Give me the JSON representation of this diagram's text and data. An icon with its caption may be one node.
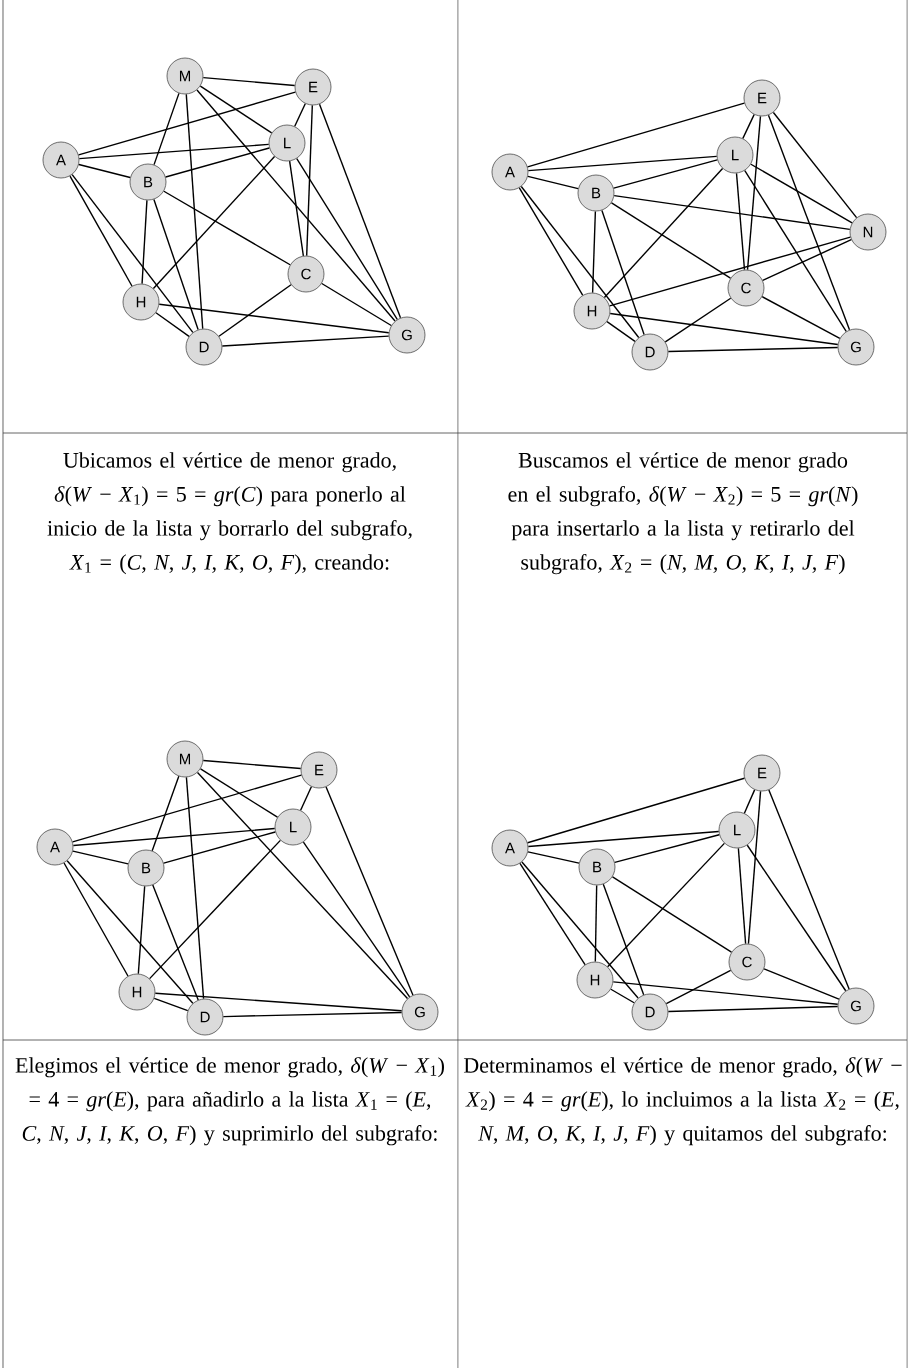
{
  "diagram": {
    "nodes": [
      {
        "text": [
          "M"
        ]
      },
      {
        "text": [
          "E"
        ]
      },
      {
        "text": [
          "A"
        ]
      },
      {
        "text": [
          "L"
        ]
      },
      {
        "text": [
          "B"
        ]
      },
      {
        "text": [
          "C"
        ]
      },
      {
        "text": [
          "H"
        ]
      },
      {
        "text": [
          "D"
        ]
      },
      {
        "text": [
          "G"
        ]
      },
      {
        "text": [
          "E"
        ]
      },
      {
        "text": [
          "L"
        ]
      },
      {
        "text": [
          "A"
        ]
      },
      {
        "text": [
          "B"
        ]
      },
      {
        "text": [
          "N"
        ]
      },
      {
        "text": [
          "C"
        ]
      },
      {
        "text": [
          "H"
        ]
      },
      {
        "text": [
          "D"
        ]
      },
      {
        "text": [
          "G"
        ]
      },
      {
        "text": [
          "M"
        ]
      },
      {
        "text": [
          "E"
        ]
      },
      {
        "text": [
          "A"
        ]
      },
      {
        "text": [
          "L"
        ]
      },
      {
        "text": [
          "B"
        ]
      },
      {
        "text": [
          "H"
        ]
      },
      {
        "text": [
          "D"
        ]
      },
      {
        "text": [
          "G"
        ]
      },
      {
        "text": [
          "E"
        ]
      },
      {
        "text": [
          "L"
        ]
      },
      {
        "text": [
          "A"
        ]
      },
      {
        "text": [
          "B"
        ]
      },
      {
        "text": [
          "C"
        ]
      },
      {
        "text": [
          "H"
        ]
      },
      {
        "text": [
          "D"
        ]
      },
      {
        "text": [
          "G"
        ]
      }
    ],
    "edges": [
      {
        "from": 0,
        "to": 1,
        "arrow": "none"
      },
      {
        "from": 0,
        "to": 4,
        "arrow": "none"
      },
      {
        "from": 0,
        "to": 7,
        "arrow": "none"
      },
      {
        "from": 0,
        "to": 3,
        "arrow": "none"
      },
      {
        "from": 0,
        "to": 8,
        "arrow": "none"
      },
      {
        "from": 2,
        "to": 1,
        "arrow": "none"
      },
      {
        "from": 2,
        "to": 3,
        "arrow": "none"
      },
      {
        "from": 2,
        "to": 4,
        "arrow": "none"
      },
      {
        "from": 2,
        "to": 6,
        "arrow": "none"
      },
      {
        "from": 2,
        "to": 7,
        "arrow": "none"
      },
      {
        "from": 4,
        "to": 3,
        "arrow": "none"
      },
      {
        "from": 4,
        "to": 6,
        "arrow": "none"
      },
      {
        "from": 4,
        "to": 7,
        "arrow": "none"
      },
      {
        "from": 4,
        "to": 5,
        "arrow": "none"
      },
      {
        "from": 3,
        "to": 1,
        "arrow": "none"
      },
      {
        "from": 3,
        "to": 6,
        "arrow": "none"
      },
      {
        "from": 3,
        "to": 5,
        "arrow": "none"
      },
      {
        "from": 3,
        "to": 8,
        "arrow": "none"
      },
      {
        "from": 1,
        "to": 5,
        "arrow": "none"
      },
      {
        "from": 1,
        "to": 8,
        "arrow": "none"
      },
      {
        "from": 5,
        "to": 7,
        "arrow": "none"
      },
      {
        "from": 5,
        "to": 8,
        "arrow": "none"
      },
      {
        "from": 6,
        "to": 7,
        "arrow": "none"
      },
      {
        "from": 6,
        "to": 8,
        "arrow": "none"
      },
      {
        "from": 7,
        "to": 8,
        "arrow": "none"
      },
      {
        "from": 11,
        "to": 9,
        "arrow": "none"
      },
      {
        "from": 11,
        "to": 10,
        "arrow": "none"
      },
      {
        "from": 11,
        "to": 12,
        "arrow": "none"
      },
      {
        "from": 11,
        "to": 15,
        "arrow": "none"
      },
      {
        "from": 11,
        "to": 16,
        "arrow": "none"
      },
      {
        "from": 12,
        "to": 10,
        "arrow": "none"
      },
      {
        "from": 12,
        "to": 13,
        "arrow": "none"
      },
      {
        "from": 12,
        "to": 14,
        "arrow": "none"
      },
      {
        "from": 12,
        "to": 15,
        "arrow": "none"
      },
      {
        "from": 12,
        "to": 16,
        "arrow": "none"
      },
      {
        "from": 10,
        "to": 9,
        "arrow": "none"
      },
      {
        "from": 10,
        "to": 15,
        "arrow": "none"
      },
      {
        "from": 10,
        "to": 14,
        "arrow": "none"
      },
      {
        "from": 10,
        "to": 13,
        "arrow": "none"
      },
      {
        "from": 10,
        "to": 17,
        "arrow": "none"
      },
      {
        "from": 9,
        "to": 14,
        "arrow": "none"
      },
      {
        "from": 9,
        "to": 13,
        "arrow": "none"
      },
      {
        "from": 9,
        "to": 17,
        "arrow": "none"
      },
      {
        "from": 13,
        "to": 15,
        "arrow": "none"
      },
      {
        "from": 13,
        "to": 14,
        "arrow": "none"
      },
      {
        "from": 14,
        "to": 16,
        "arrow": "none"
      },
      {
        "from": 14,
        "to": 17,
        "arrow": "none"
      },
      {
        "from": 15,
        "to": 16,
        "arrow": "none"
      },
      {
        "from": 15,
        "to": 17,
        "arrow": "none"
      },
      {
        "from": 16,
        "to": 17,
        "arrow": "none"
      },
      {
        "from": 18,
        "to": 19,
        "arrow": "none"
      },
      {
        "from": 18,
        "to": 22,
        "arrow": "none"
      },
      {
        "from": 18,
        "to": 24,
        "arrow": "none"
      },
      {
        "from": 18,
        "to": 21,
        "arrow": "none"
      },
      {
        "from": 18,
        "to": 25,
        "arrow": "none"
      },
      {
        "from": 20,
        "to": 19,
        "arrow": "none"
      },
      {
        "from": 20,
        "to": 21,
        "arrow": "none"
      },
      {
        "from": 20,
        "to": 22,
        "arrow": "none"
      },
      {
        "from": 20,
        "to": 23,
        "arrow": "none"
      },
      {
        "from": 20,
        "to": 24,
        "arrow": "none"
      },
      {
        "from": 22,
        "to": 21,
        "arrow": "none"
      },
      {
        "from": 22,
        "to": 23,
        "arrow": "none"
      },
      {
        "from": 22,
        "to": 24,
        "arrow": "none"
      },
      {
        "from": 21,
        "to": 19,
        "arrow": "none"
      },
      {
        "from": 21,
        "to": 23,
        "arrow": "none"
      },
      {
        "from": 21,
        "to": 25,
        "arrow": "none"
      },
      {
        "from": 19,
        "to": 25,
        "arrow": "none"
      },
      {
        "from": 23,
        "to": 24,
        "arrow": "none"
      },
      {
        "from": 23,
        "to": 25,
        "arrow": "none"
      },
      {
        "from": 24,
        "to": 25,
        "arrow": "none"
      },
      {
        "from": 28,
        "to": 26,
        "arrow": "none"
      },
      {
        "from": 28,
        "to": 27,
        "arrow": "none"
      },
      {
        "from": 28,
        "to": 29,
        "arrow": "none"
      },
      {
        "from": 28,
        "to": 31,
        "arrow": "none"
      },
      {
        "from": 28,
        "to": 32,
        "arrow": "none"
      },
      {
        "from": 29,
        "to": 27,
        "arrow": "none"
      },
      {
        "from": 29,
        "to": 30,
        "arrow": "none"
      },
      {
        "from": 29,
        "to": 31,
        "arrow": "none"
      },
      {
        "from": 29,
        "to": 32,
        "arrow": "none"
      },
      {
        "from": 27,
        "to": 26,
        "arrow": "none"
      },
      {
        "from": 27,
        "to": 31,
        "arrow": "none"
      },
      {
        "from": 27,
        "to": 30,
        "arrow": "none"
      },
      {
        "from": 27,
        "to": 33,
        "arrow": "none"
      },
      {
        "from": 26,
        "to": 30,
        "arrow": "none"
      },
      {
        "from": 26,
        "to": 33,
        "arrow": "none"
      },
      {
        "from": 30,
        "to": 32,
        "arrow": "none"
      },
      {
        "from": 30,
        "to": 33,
        "arrow": "none"
      },
      {
        "from": 31,
        "to": 32,
        "arrow": "none"
      },
      {
        "from": 31,
        "to": 33,
        "arrow": "none"
      },
      {
        "from": 32,
        "to": 33,
        "arrow": "none"
      }
    ],
    "labels": [
      "Ubicamos el vértice de menor grado, *δ*(*W* − *X*$_{1}$) = 5 = *gr*(*C*) para ponerlo al inicio de la lista y borrarlo del subgrafo, *X*$_{1}$ = (*C*, *N*, *J*, *I*, *K*, *O*, *F*), creando:",
      "Buscamos el vértice de menor grado en el subgrafo, *δ*(*W* − *X*$_{2}$) = 5 = *gr*(*N*) para insertarlo a la lista y retirarlo del subgrafo, *X*$_{2}$ = (*N*, *M*, *O*, *K*, *I*, *J*, *F*)",
      "Elegimos el vértice de menor grado, *δ*(*W* − *X*$_{1}$) = 4 = *gr*(*E*), para añadirlo a la lista *X*$_{1}$ = (*E*, *C*, *N*, *J*, *I*, *K*, *O*, *F*) y suprimirlo del subgrafo:",
      "Determinamos el vértice de menor grado, *δ*(*W* − *X*$_{2}$) = 4 = *gr*(*E*), lo incluimos a la lista *X*$_{2}$ = (*E*, *N*, *M*, *O*, *K*, *I*, *J*, *F*) y quitamos del subgrafo:"
    ]
  }
}
